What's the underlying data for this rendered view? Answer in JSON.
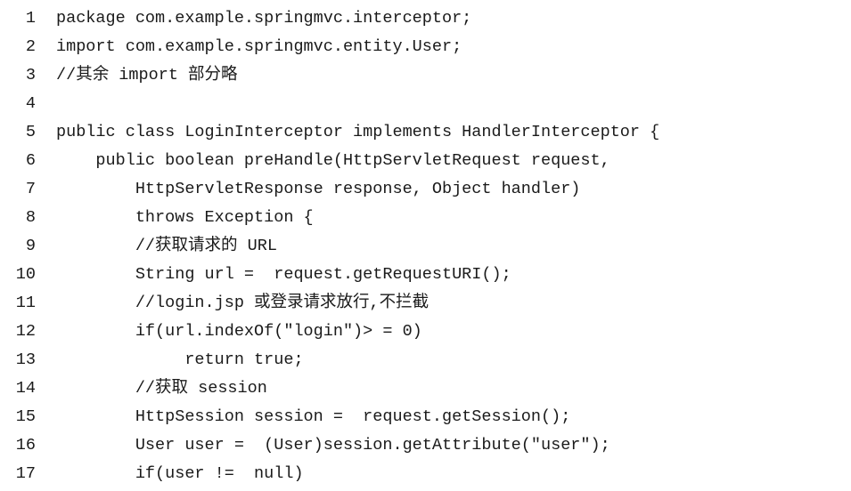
{
  "colors": {
    "background": "#ffffff",
    "text": "#1a1a1a"
  },
  "listing": {
    "language": "java",
    "lines": [
      {
        "no": "1",
        "code": "package com.example.springmvc.interceptor;"
      },
      {
        "no": "2",
        "code": "import com.example.springmvc.entity.User;"
      },
      {
        "no": "3",
        "code": "//其余 import 部分略"
      },
      {
        "no": "4",
        "code": ""
      },
      {
        "no": "5",
        "code": "public class LoginInterceptor implements HandlerInterceptor {"
      },
      {
        "no": "6",
        "code": "    public boolean preHandle(HttpServletRequest request,"
      },
      {
        "no": "7",
        "code": "        HttpServletResponse response, Object handler)"
      },
      {
        "no": "8",
        "code": "        throws Exception {"
      },
      {
        "no": "9",
        "code": "        //获取请求的 URL"
      },
      {
        "no": "10",
        "code": "        String url =  request.getRequestURI();"
      },
      {
        "no": "11",
        "code": "        //login.jsp 或登录请求放行,不拦截"
      },
      {
        "no": "12",
        "code": "        if(url.indexOf(\"login\")> = 0)"
      },
      {
        "no": "13",
        "code": "             return true;"
      },
      {
        "no": "14",
        "code": "        //获取 session"
      },
      {
        "no": "15",
        "code": "        HttpSession session =  request.getSession();"
      },
      {
        "no": "16",
        "code": "        User user =  (User)session.getAttribute(\"user\");"
      },
      {
        "no": "17",
        "code": "        if(user !=  null)"
      }
    ]
  }
}
